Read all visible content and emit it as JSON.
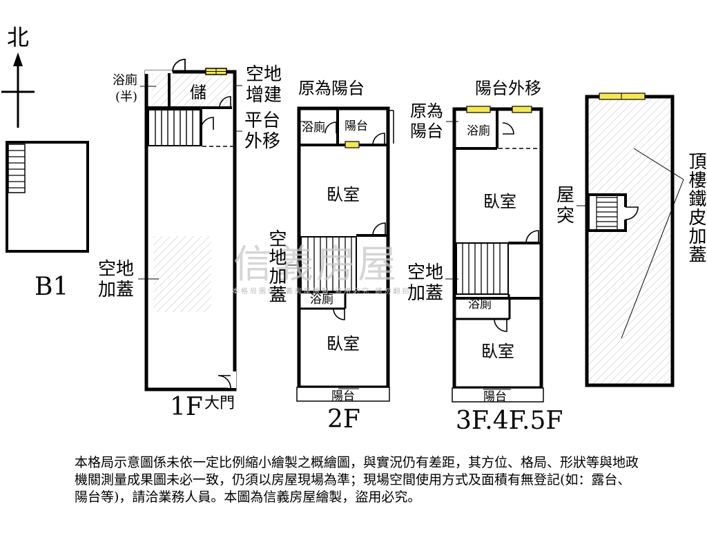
{
  "compass": {
    "north": "北"
  },
  "floors": {
    "b1": "B1",
    "f1": "1F",
    "f2": "2F",
    "f345": "3F.4F.5F"
  },
  "labels": {
    "bath_half": "浴廁",
    "bath_half_sub": "(半)",
    "storage": "儲",
    "vacant_extension": "空地增建",
    "platform_moved": "平台外移",
    "vacant_covered": "空地加蓋",
    "main_door": "大門",
    "originally_balcony": "原為陽台",
    "bathroom": "浴廁",
    "balcony": "陽台",
    "bedroom": "臥室",
    "balcony_moved": "陽台外移",
    "roof_protrusion": "屋突",
    "rooftop_iron_sheet": "頂樓鐵皮加蓋"
  },
  "watermark": {
    "brand": "信義房屋",
    "small": "本格局圖係信義房屋繪製 盜用必究 請勿翻拍"
  },
  "disclaimer": "本格局示意圖係未依一定比例縮小繪製之概繪圖，與實況仍有差距，其方位、格局、形狀等與地政機關測量成果圖未必一致，仍須以房屋現場為準；現場空間使用方式及面積有無登記(如：露台、陽台等)，請洽業務人員。本圖為信義房屋繪製，盜用必究。"
}
